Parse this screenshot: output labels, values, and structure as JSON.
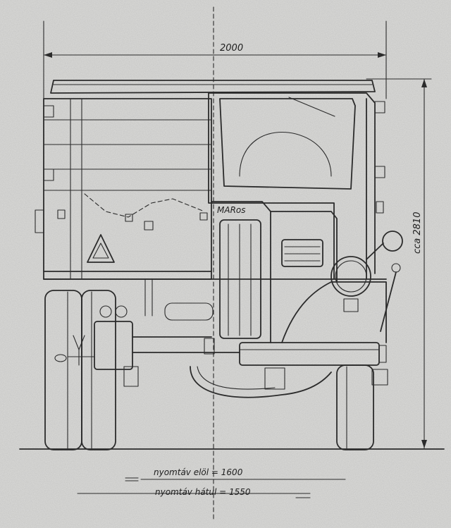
{
  "dimensions": {
    "overall_width": "2000",
    "overall_height": "cca 2810"
  },
  "brand_plate": "MARos",
  "track_notes": {
    "front": "nyomtáv elöl = 1600",
    "rear": "nyomtáv hátul = 1550"
  }
}
